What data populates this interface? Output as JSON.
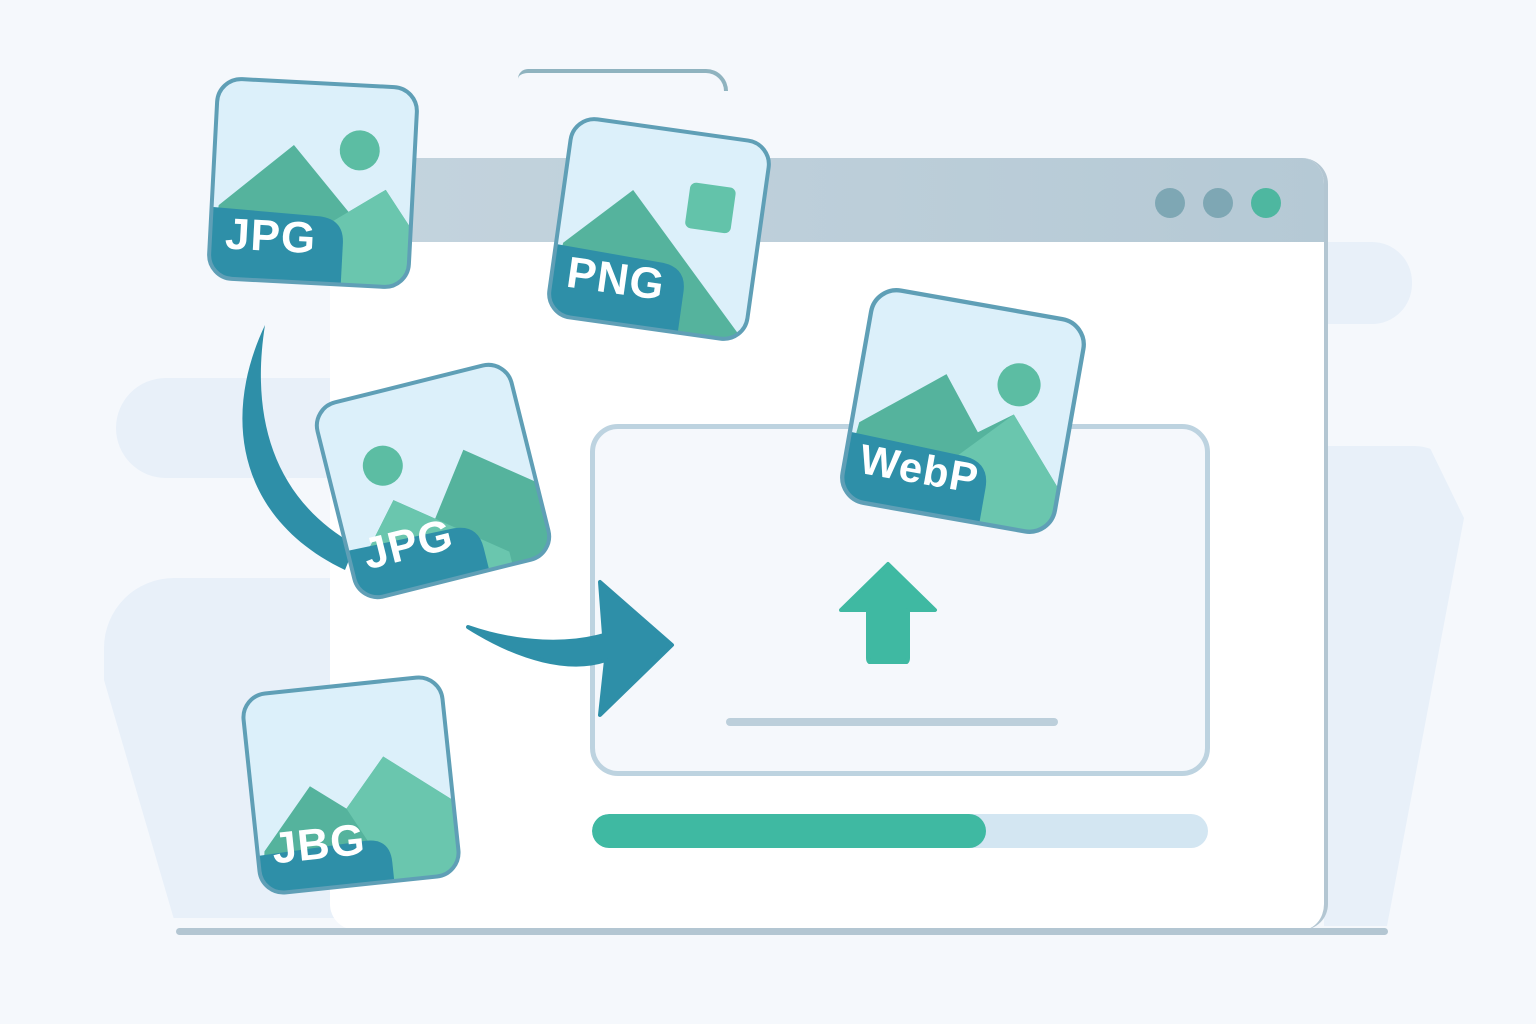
{
  "scene": {
    "description": "Image format conversion / upload illustration",
    "colors": {
      "background": "#f5f8fc",
      "window_frame": "#b3c6d2",
      "titlebar": "#c0d1db",
      "accent_teal": "#3fb9a2",
      "accent_blue": "#2e8fa8",
      "card_fill": "#dcf0fa",
      "mountain_dark": "#55b39d",
      "mountain_light": "#6ac6ae",
      "progress_track": "#d3e6f2"
    }
  },
  "window": {
    "controls": [
      {
        "name": "window-control-1",
        "color": "#7ea7b4"
      },
      {
        "name": "window-control-2",
        "color": "#7ea7b4"
      },
      {
        "name": "window-control-3",
        "color": "#4eb7a0"
      }
    ]
  },
  "files": [
    {
      "id": "jpg-top",
      "label": "JPG",
      "shape": "sun"
    },
    {
      "id": "png",
      "label": "PNG",
      "shape": "square"
    },
    {
      "id": "jpg-middle",
      "label": "JPG",
      "shape": "sun"
    },
    {
      "id": "jbg-bottom",
      "label": "JBG",
      "shape": "none"
    },
    {
      "id": "webp",
      "label": "WebP",
      "shape": "sun"
    }
  ],
  "dropzone": {
    "icon": "upload-arrow-icon"
  },
  "progress": {
    "percent": 64
  }
}
